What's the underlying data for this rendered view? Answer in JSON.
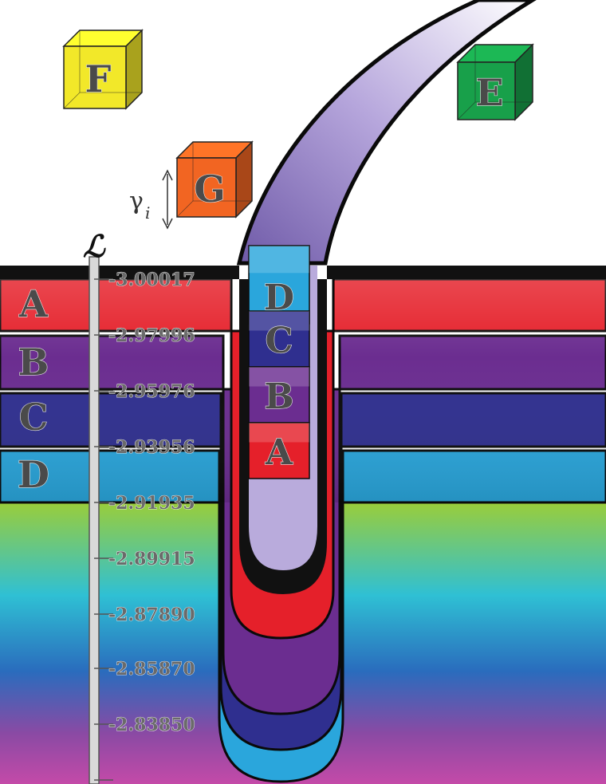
{
  "layers": [
    {
      "label": "A",
      "color": "#e5202a"
    },
    {
      "label": "B",
      "color": "#6b2d90"
    },
    {
      "label": "C",
      "color": "#2f2f8f"
    },
    {
      "label": "D",
      "color": "#2aa6dc"
    }
  ],
  "well_blocks": [
    "D",
    "C",
    "B",
    "A"
  ],
  "cubes": [
    {
      "label": "F",
      "color": "#f2e829"
    },
    {
      "label": "E",
      "color": "#18a04a"
    },
    {
      "label": "G",
      "color": "#f26522"
    }
  ],
  "gamma_symbol": "γ",
  "gamma_subscript": "i",
  "axis": {
    "symbol": "ℒ",
    "ticks": [
      "-3.00017",
      "-2.97996",
      "-2.95976",
      "-2.93956",
      "-2.91935",
      "-2.89915",
      "-2.87890",
      "-2.85870",
      "-2.83850"
    ]
  }
}
